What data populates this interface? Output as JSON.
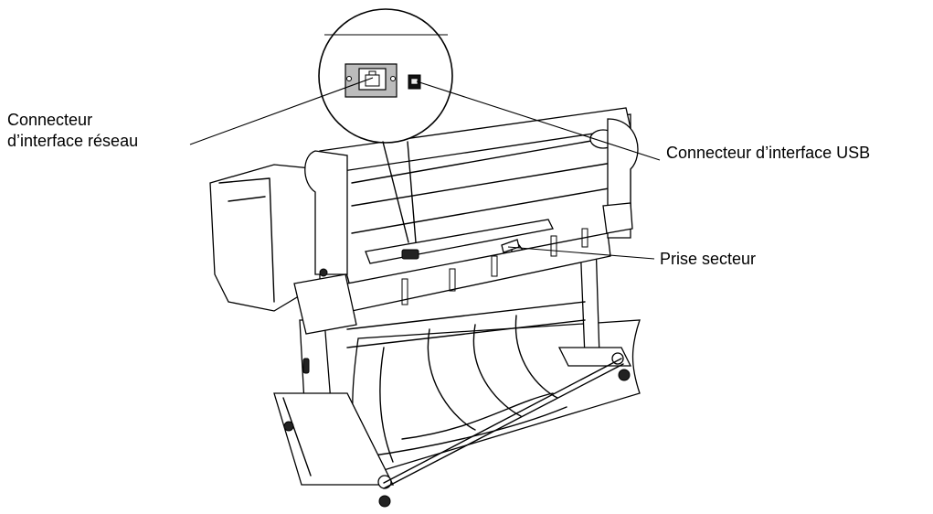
{
  "callouts": {
    "network_line1": "Connecteur",
    "network_line2": "d’interface réseau",
    "usb": "Connecteur d’interface USB",
    "power": "Prise secteur"
  }
}
